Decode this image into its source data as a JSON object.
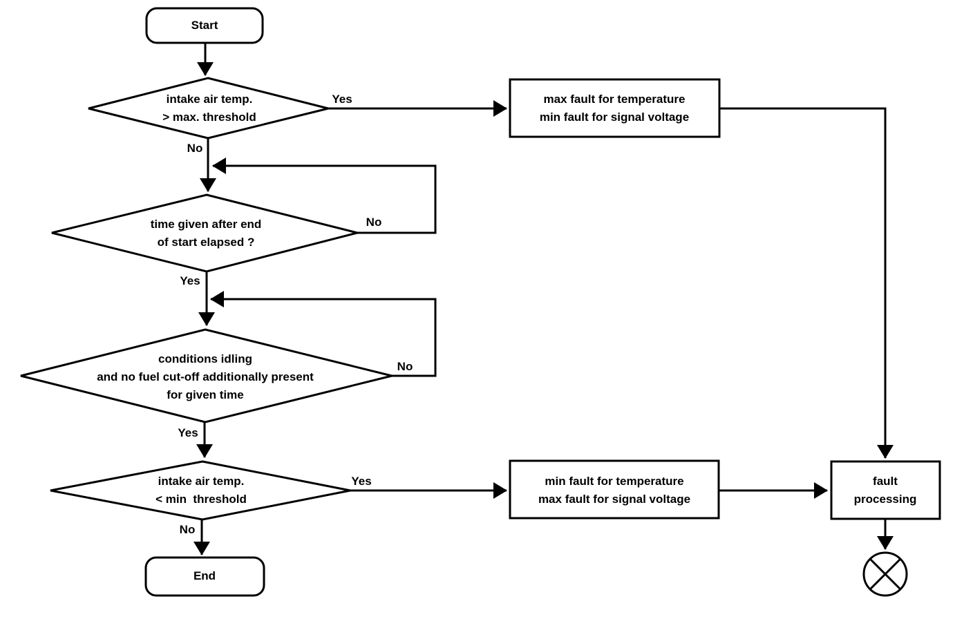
{
  "flowchart": {
    "background_color": "#ffffff",
    "stroke_color": "#000000",
    "nodes": {
      "start": {
        "type": "terminator",
        "label": "Start"
      },
      "decision_max_temp": {
        "type": "decision",
        "label": "intake air temp.\n> max. threshold"
      },
      "process_max_fault": {
        "type": "process",
        "label": "max fault for temperature\nmin fault for signal voltage"
      },
      "decision_time_elapsed": {
        "type": "decision",
        "label": "time given after end\nof start elapsed ?"
      },
      "decision_idling": {
        "type": "decision",
        "label": "conditions idling\nand no fuel cut-off additionally present\nfor given time"
      },
      "decision_min_temp": {
        "type": "decision",
        "label": "intake air temp.\n< min  threshold"
      },
      "process_min_fault": {
        "type": "process",
        "label": "min fault for temperature\nmax fault for signal voltage"
      },
      "process_fault_processing": {
        "type": "process",
        "label": "fault\nprocessing"
      },
      "end": {
        "type": "terminator",
        "label": "End"
      },
      "terminal_connector": {
        "type": "crossed-circle",
        "label": ""
      }
    },
    "edge_labels": {
      "max_temp_yes": "Yes",
      "max_temp_no": "No",
      "time_elapsed_no": "No",
      "time_elapsed_yes": "Yes",
      "idling_no": "No",
      "idling_yes": "Yes",
      "min_temp_yes": "Yes",
      "min_temp_no": "No"
    }
  }
}
